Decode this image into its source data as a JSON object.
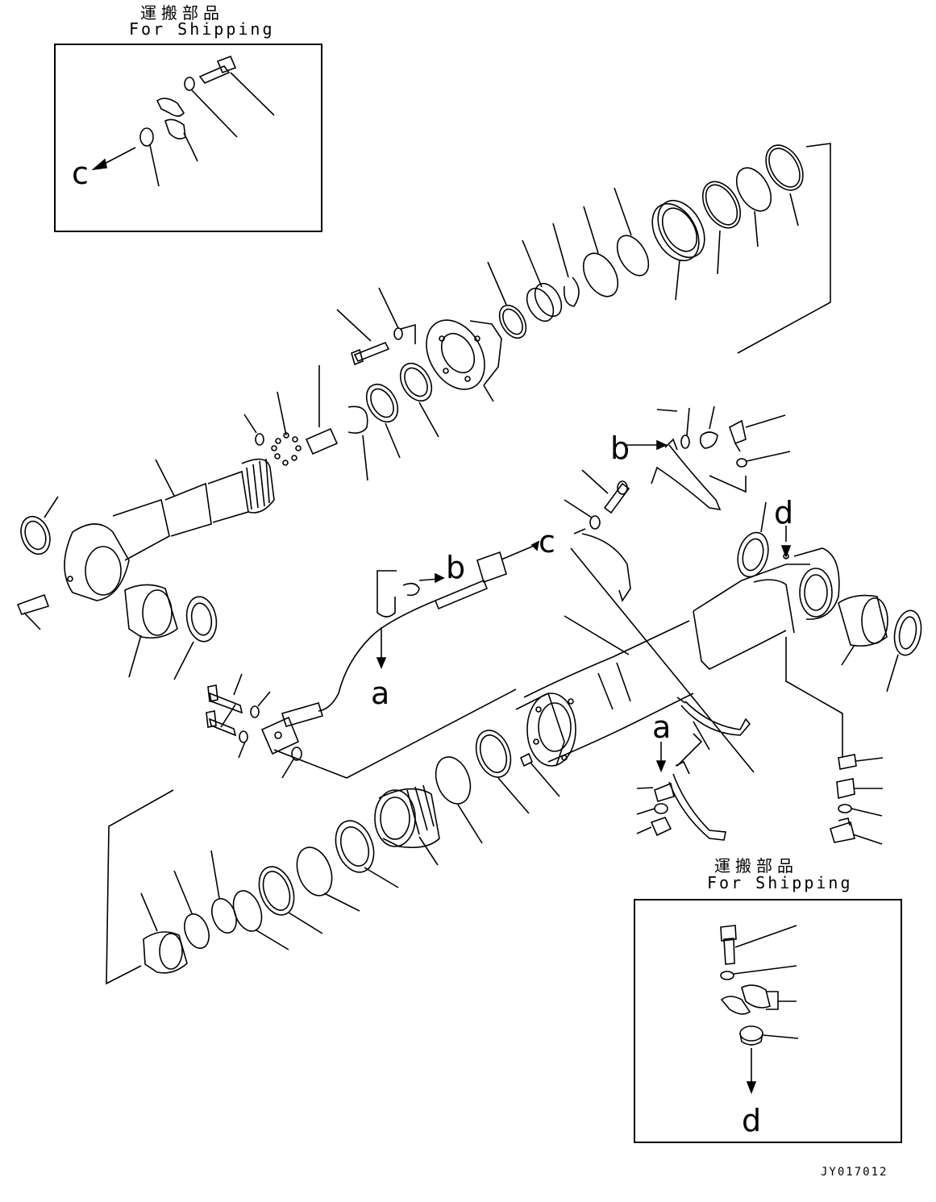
{
  "shipping_top": {
    "jp": "運搬部品",
    "en": "For Shipping"
  },
  "shipping_bottom": {
    "jp": "運搬部品",
    "en": "For Shipping"
  },
  "callouts": {
    "c_top_box": "c",
    "c_main": "c",
    "b_hose": "b",
    "b_clamp": "b",
    "a_hose": "a",
    "a_clamp": "a",
    "d_main": "d",
    "d_box": "d"
  },
  "drawing_code": "JY017012"
}
